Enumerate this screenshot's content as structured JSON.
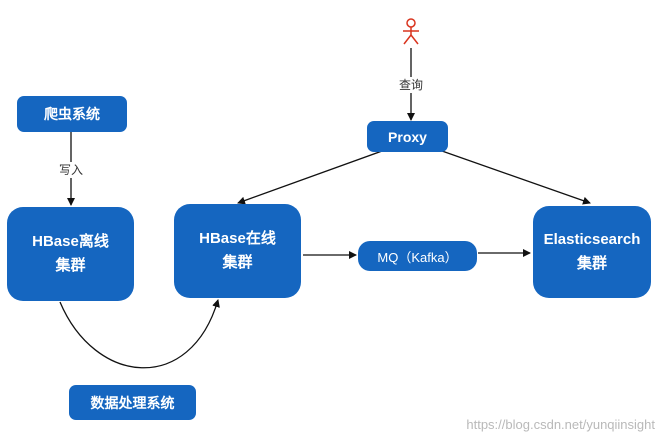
{
  "actor": {
    "icon": "person-icon",
    "color": "#d9341e"
  },
  "labels": {
    "query": "查询",
    "write": "写入"
  },
  "nodes": {
    "crawler": "爬虫系统",
    "proxy": "Proxy",
    "hbase_offline": {
      "line1": "HBase离线",
      "line2": "集群"
    },
    "hbase_online": {
      "line1": "HBase在线",
      "line2": "集群"
    },
    "mq": "MQ（Kafka）",
    "es": {
      "line1": "Elasticsearch",
      "line2": "集群"
    },
    "data_processing": "数据处理系统"
  },
  "colors": {
    "node_fill": "#1566c0",
    "arrow": "#111111"
  },
  "watermark": "https://blog.csdn.net/yunqiinsight"
}
